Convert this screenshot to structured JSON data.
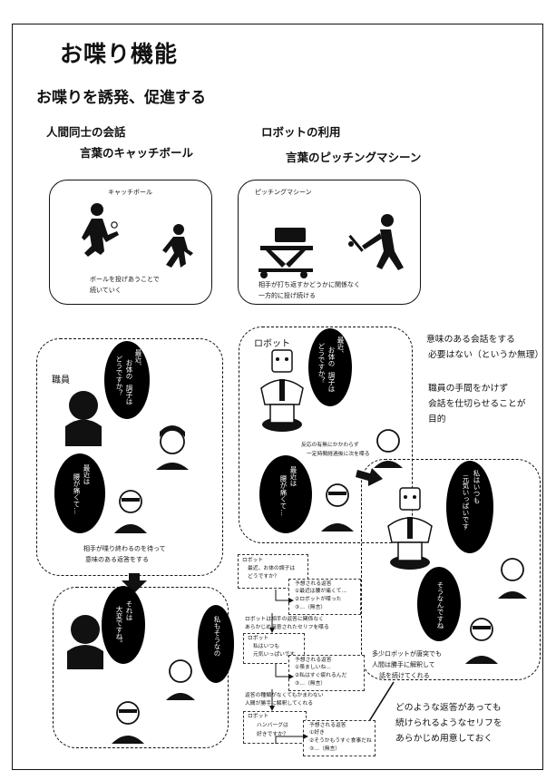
{
  "title": "お喋り機能",
  "subtitle": "お喋りを誘発、促進する",
  "human": {
    "heading": "人間同士の会話",
    "sub": "言葉のキャッチボール",
    "box_title": "キャッチボール",
    "box_caption": [
      "ボールを投げあうことで",
      "続いていく"
    ]
  },
  "robot": {
    "heading": "ロボットの利用",
    "sub": "言葉のピッチングマシーン",
    "box_title": "ピッチングマシーン",
    "box_caption": [
      "相手が打ち返すかどうかに関係なく",
      "一方的に投げ続ける"
    ]
  },
  "staff_scene": {
    "label": "職員",
    "bubble_staff": [
      "最近、",
      "お体の",
      "調子は",
      "どうですか？"
    ],
    "bubble_reply": [
      "最近は",
      "腰が痛くて…"
    ],
    "caption": [
      "相手が喋り終わるのを待って",
      "意味のある返答をする"
    ]
  },
  "reply_scene": {
    "bubble_a": [
      "それは",
      "大変ですね。"
    ],
    "bubble_b": [
      "私もそうなの"
    ]
  },
  "robot_scene": {
    "label": "ロボット",
    "bubble_robot": [
      "最近、",
      "お体の",
      "調子は",
      "どうですか？"
    ],
    "bubble_reply": [
      "最近は",
      "腰が痛くて…"
    ],
    "caption": [
      "反応の有無にかかわらず",
      "一定時間経過後に次を喋る"
    ],
    "bubble_robot2": [
      "私はいつも",
      "元気いっぱいです"
    ],
    "bubble_reply2": [
      "そうなんですね"
    ],
    "caption2": [
      "多少ロボットが唐突でも",
      "人間は勝手に解釈して",
      "話を続けてくれる"
    ]
  },
  "notes": {
    "top": [
      "意味のある会話をする",
      "必要はない（というか無理）"
    ],
    "mid": [
      "職員の手間をかけず",
      "会話を仕切らせることが",
      "目的"
    ],
    "bottom": [
      "どのような返答があっても",
      "続けられるようなセリフを",
      "あらかじめ用意しておく"
    ]
  },
  "flow": {
    "r1": [
      "ロボット",
      "最近、お体の調子は",
      "どうですか？"
    ],
    "e1": [
      "予想される返答",
      "①最近は腰が痛くて…",
      "②ロボットが喋った",
      "③…（無言）"
    ],
    "t1": [
      "ロボットは相手の返答に関係なく",
      "あらかじめ用意されたセリフを喋る"
    ],
    "r2": [
      "ロボット",
      "私はいつも",
      "元気いっぱいです"
    ],
    "e2": [
      "予想される返答",
      "①羨ましいね…",
      "②私はすぐ疲れるんだ",
      "③…（無言）"
    ],
    "t2": [
      "返答の種類がなくてもかまわない",
      "人間が勝手に解釈してくれる"
    ],
    "r3": [
      "ロボット",
      "ハンバーグは",
      "好きですか？"
    ],
    "e3": [
      "予想される返答",
      "①好き",
      "②そうかもうすぐ食事だね",
      "③…（無言）"
    ]
  }
}
